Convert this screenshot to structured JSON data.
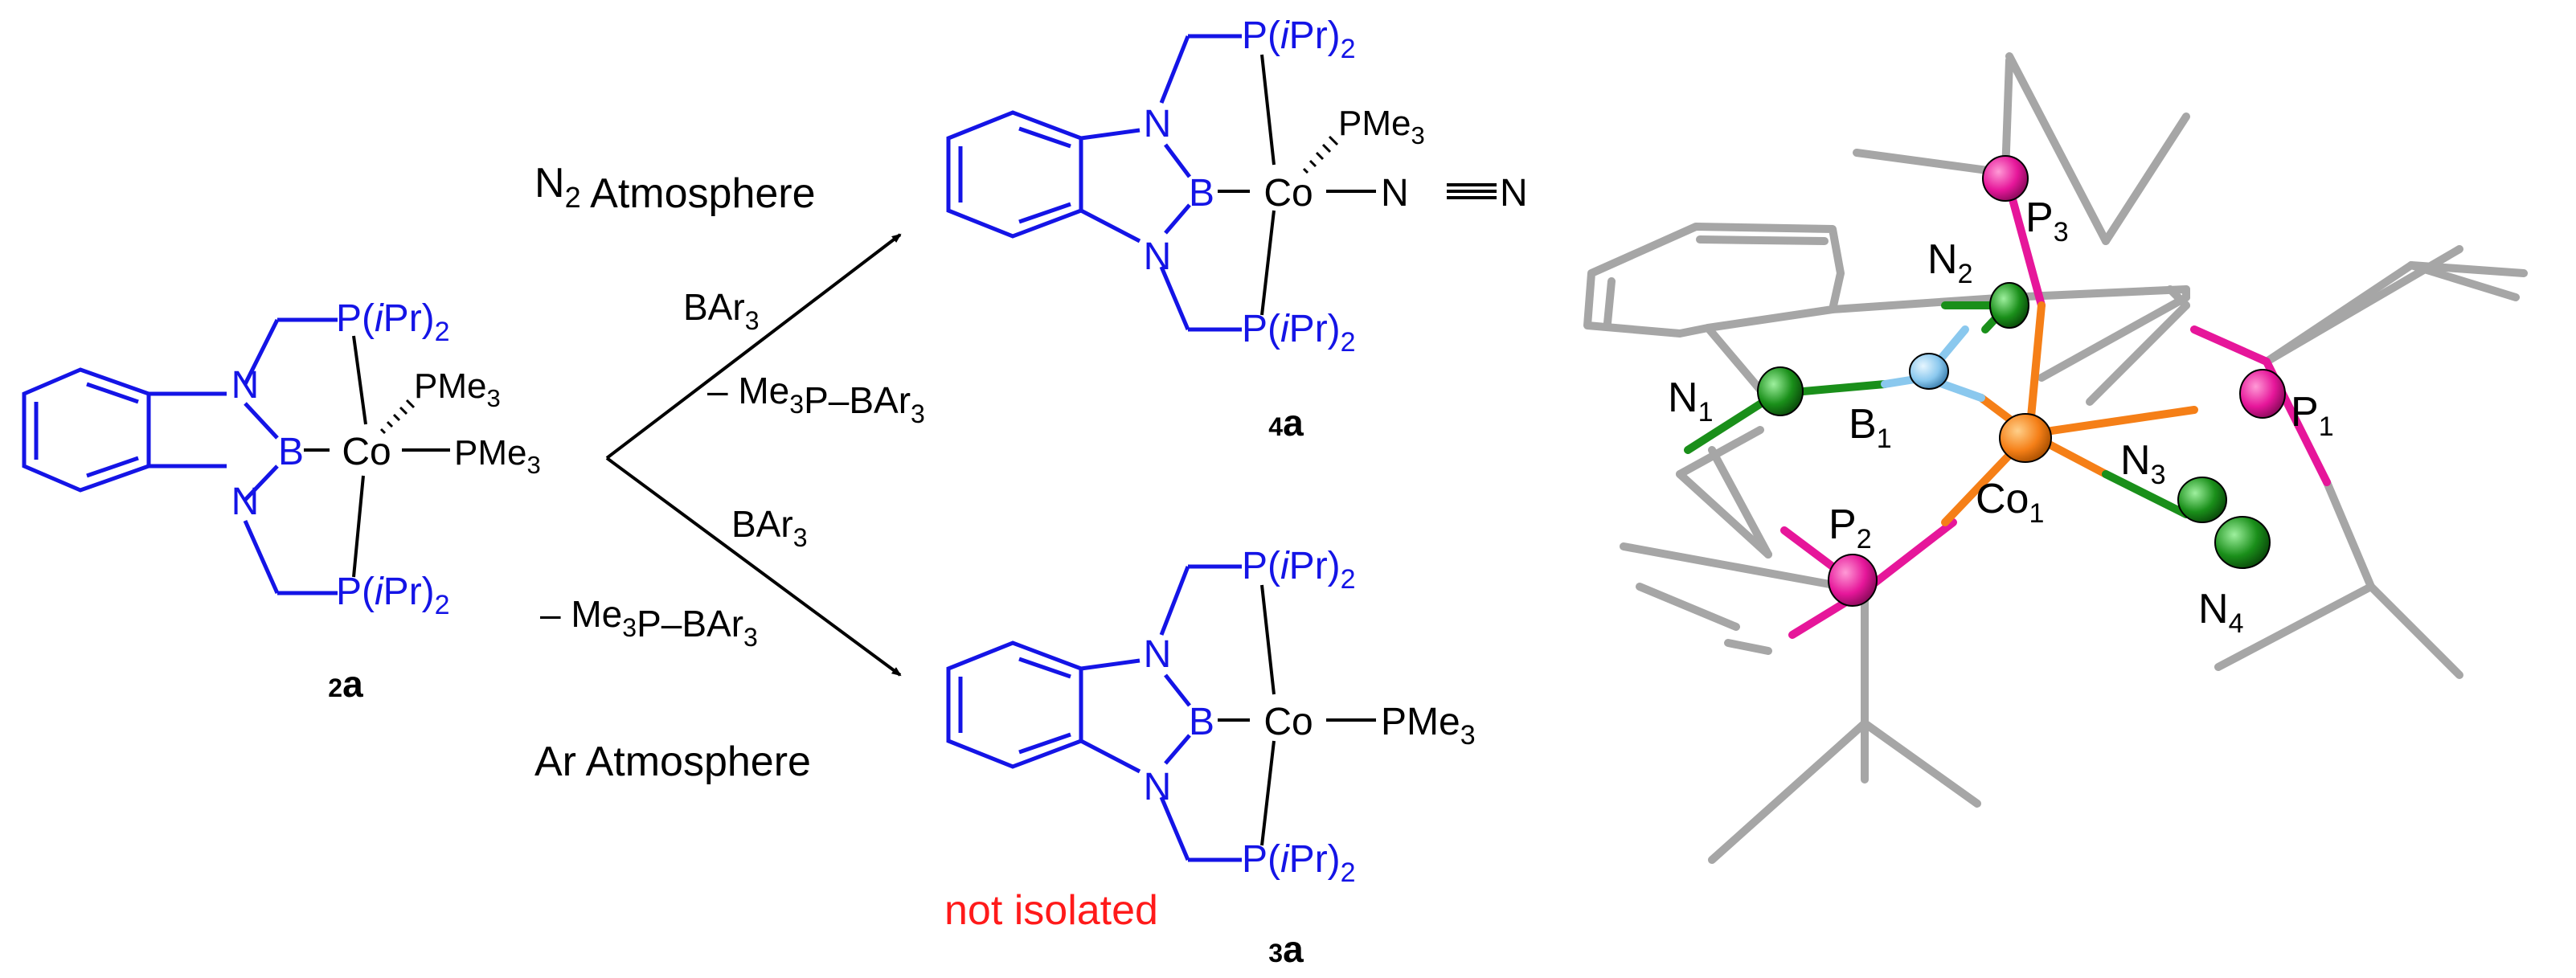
{
  "colors": {
    "ligand": "#1414e6",
    "metal_label": "#000000",
    "note": "#ff1a1a",
    "co_atom": "#f57f17",
    "p_atom": "#e6169a",
    "n_atom": "#1a8f1a",
    "b_atom": "#8ac8ee",
    "carbon_stick": "#a6a6a6"
  },
  "compound_2a": {
    "label": "2a",
    "pipr2_top": "P(iPr)2",
    "pipr2_bottom": "P(iPr)2",
    "n_top": "N",
    "n_bottom": "N",
    "b": "B",
    "co": "Co",
    "pme3_up": "PMe3",
    "pme3_right": "PMe3"
  },
  "upper_path": {
    "condition": "N2 Atmosphere",
    "reagent": "BAr3",
    "byproduct": "– Me3P–BAr3"
  },
  "lower_path": {
    "condition": "Ar Atmosphere",
    "reagent": "BAr3",
    "byproduct": "– Me3P–BAr3"
  },
  "compound_4a": {
    "label": "4a",
    "pipr2_top": "P(iPr)2",
    "pipr2_bottom": "P(iPr)2",
    "n_top": "N",
    "n_bottom": "N",
    "b": "B",
    "co": "Co",
    "pme3": "PMe3",
    "n2_ligand": "N≡N"
  },
  "compound_3a": {
    "label": "3a",
    "note": "not isolated",
    "pipr2_top": "P(iPr)2",
    "pipr2_bottom": "P(iPr)2",
    "n_top": "N",
    "n_bottom": "N",
    "b": "B",
    "co": "Co",
    "pme3": "PMe3"
  },
  "crystal_structure": {
    "atom_labels": [
      "P3",
      "N2",
      "N1",
      "B1",
      "Co1",
      "N3",
      "P1",
      "P2",
      "N4"
    ]
  }
}
